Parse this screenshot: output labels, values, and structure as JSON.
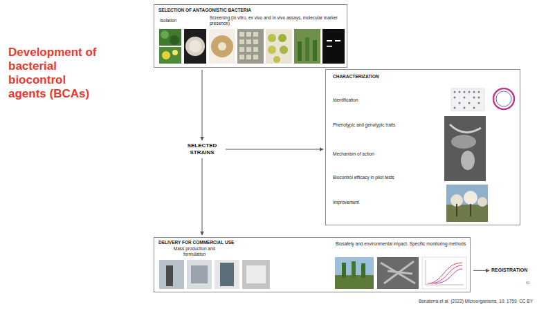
{
  "diagram": {
    "title": "Development of bacterial biocontrol agents (BCAs)",
    "caption": "Bonaterra et al. (2022) Microorganisms, 10: 1759. CC BY",
    "nodes": [
      {
        "text": [
          "SELECTION OF ANTAGONISTIC BACTERIA",
          "Isolation",
          "Screening (in vitro, ex vivo and in vivo assays, molecular marker presence)"
        ]
      },
      {
        "text": [
          "SELECTED STRAINS"
        ]
      },
      {
        "text": [
          "CHARACTERIZATION",
          "Identification",
          "Phenotypic and genotypic traits",
          "Mechanism of action",
          "Biocontrol efficacy in pilot tests",
          "Improvement"
        ]
      },
      {
        "text": [
          "DELIVERY FOR COMMERCIAL USE",
          "Mass production and formulation",
          "Biosafety and environmental impact. Specific monitoring methods"
        ]
      },
      {
        "text": [
          "REGISTRATION"
        ]
      }
    ],
    "edges": [
      {
        "from": 0,
        "to": 1,
        "arrow": "to"
      },
      {
        "from": 1,
        "to": 2,
        "arrow": "to"
      },
      {
        "from": 1,
        "to": 3,
        "arrow": "to"
      },
      {
        "from": 3,
        "to": 4,
        "arrow": "to"
      }
    ],
    "labels": [
      "60"
    ]
  }
}
